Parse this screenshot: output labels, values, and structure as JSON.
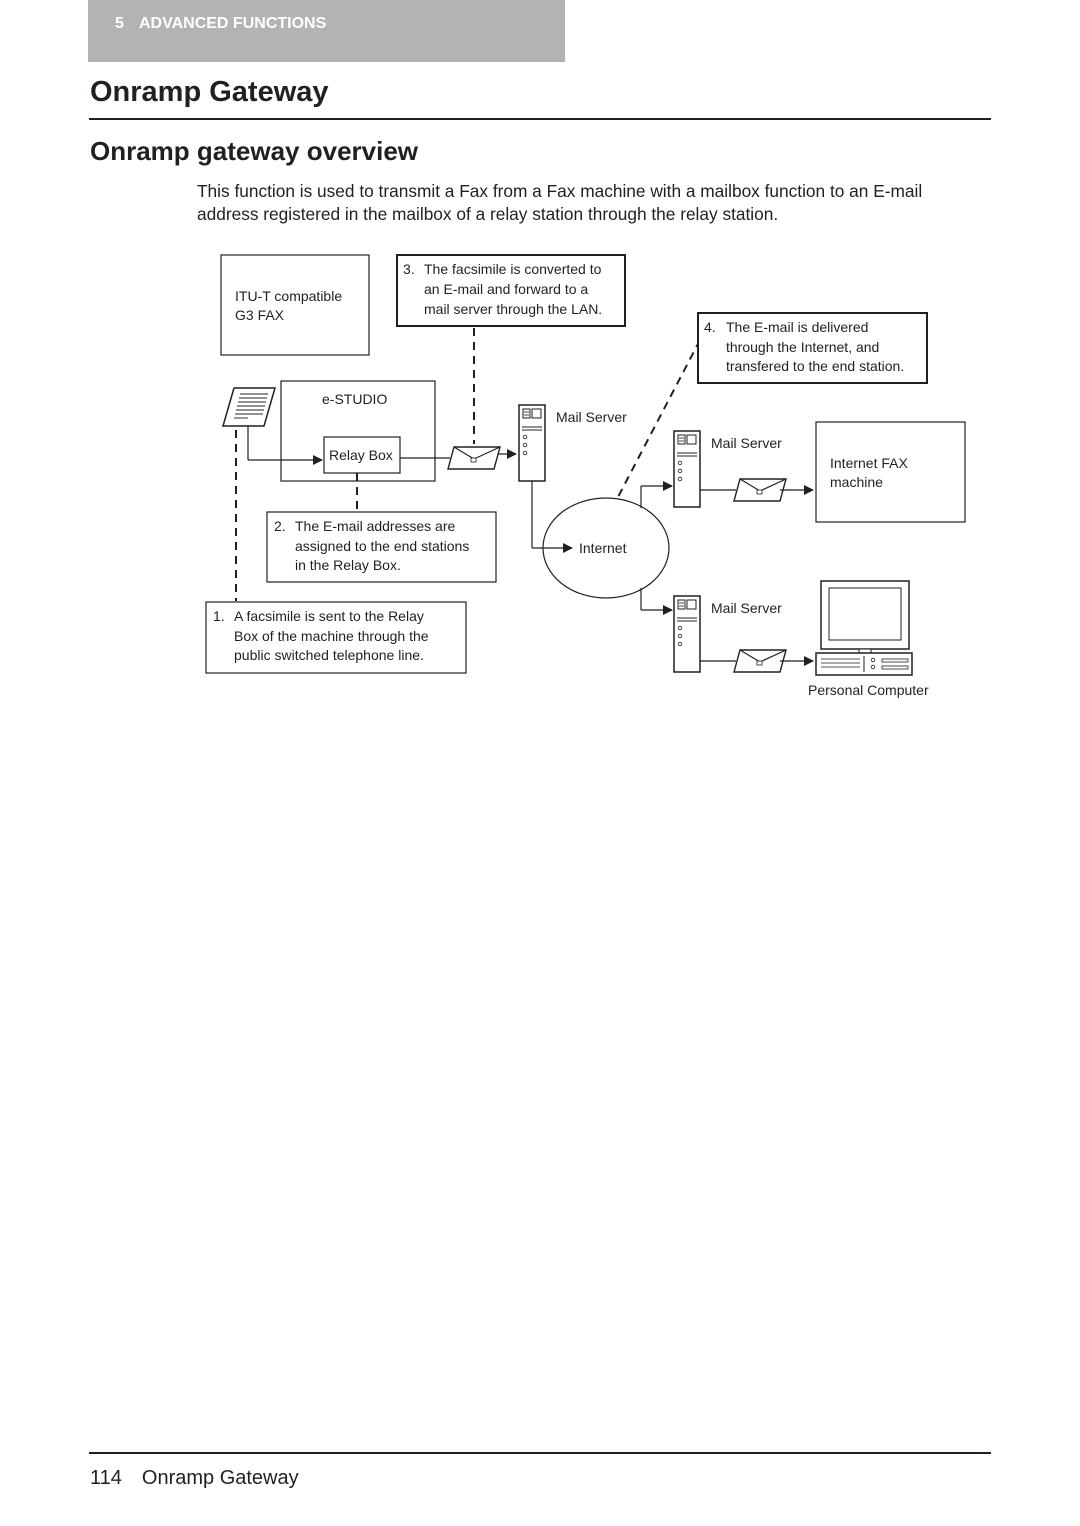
{
  "header": {
    "chapter_number": "5",
    "chapter_title": "ADVANCED FUNCTIONS"
  },
  "page_title": "Onramp Gateway",
  "section_title": "Onramp gateway overview",
  "intro_lines": [
    "This function is used to transmit a Fax from a Fax machine with a mailbox function to an E-mail",
    "address registered in the mailbox of a relay station through the relay station."
  ],
  "diagram": {
    "g3fax_label": [
      "ITU-T compatible",
      "G3 FAX"
    ],
    "estudio_label": "e-STUDIO",
    "relay_box_label": "Relay Box",
    "mail_server_label": "Mail Server",
    "internet_label": "Internet",
    "internet_fax_label": [
      "Internet FAX",
      "machine"
    ],
    "personal_computer_label": "Personal Computer",
    "step1": {
      "num": "1.",
      "lines": [
        "A facsimile is sent to the Relay",
        "Box of the machine through the",
        "public switched telephone line."
      ]
    },
    "step2": {
      "num": "2.",
      "lines": [
        "The E-mail addresses are",
        "assigned to the end stations",
        "in the Relay Box."
      ]
    },
    "step3": {
      "num": "3.",
      "lines": [
        "The facsimile is converted to",
        "an E-mail and forward to a",
        "mail server through the LAN."
      ]
    },
    "step4": {
      "num": "4.",
      "lines": [
        "The E-mail is delivered",
        "through the Internet, and",
        "transfered to the end station."
      ]
    }
  },
  "footer": {
    "page_number": "114",
    "title": "Onramp Gateway"
  },
  "colors": {
    "chapter_tab": "#b3b3b3",
    "text": "#231f20"
  }
}
